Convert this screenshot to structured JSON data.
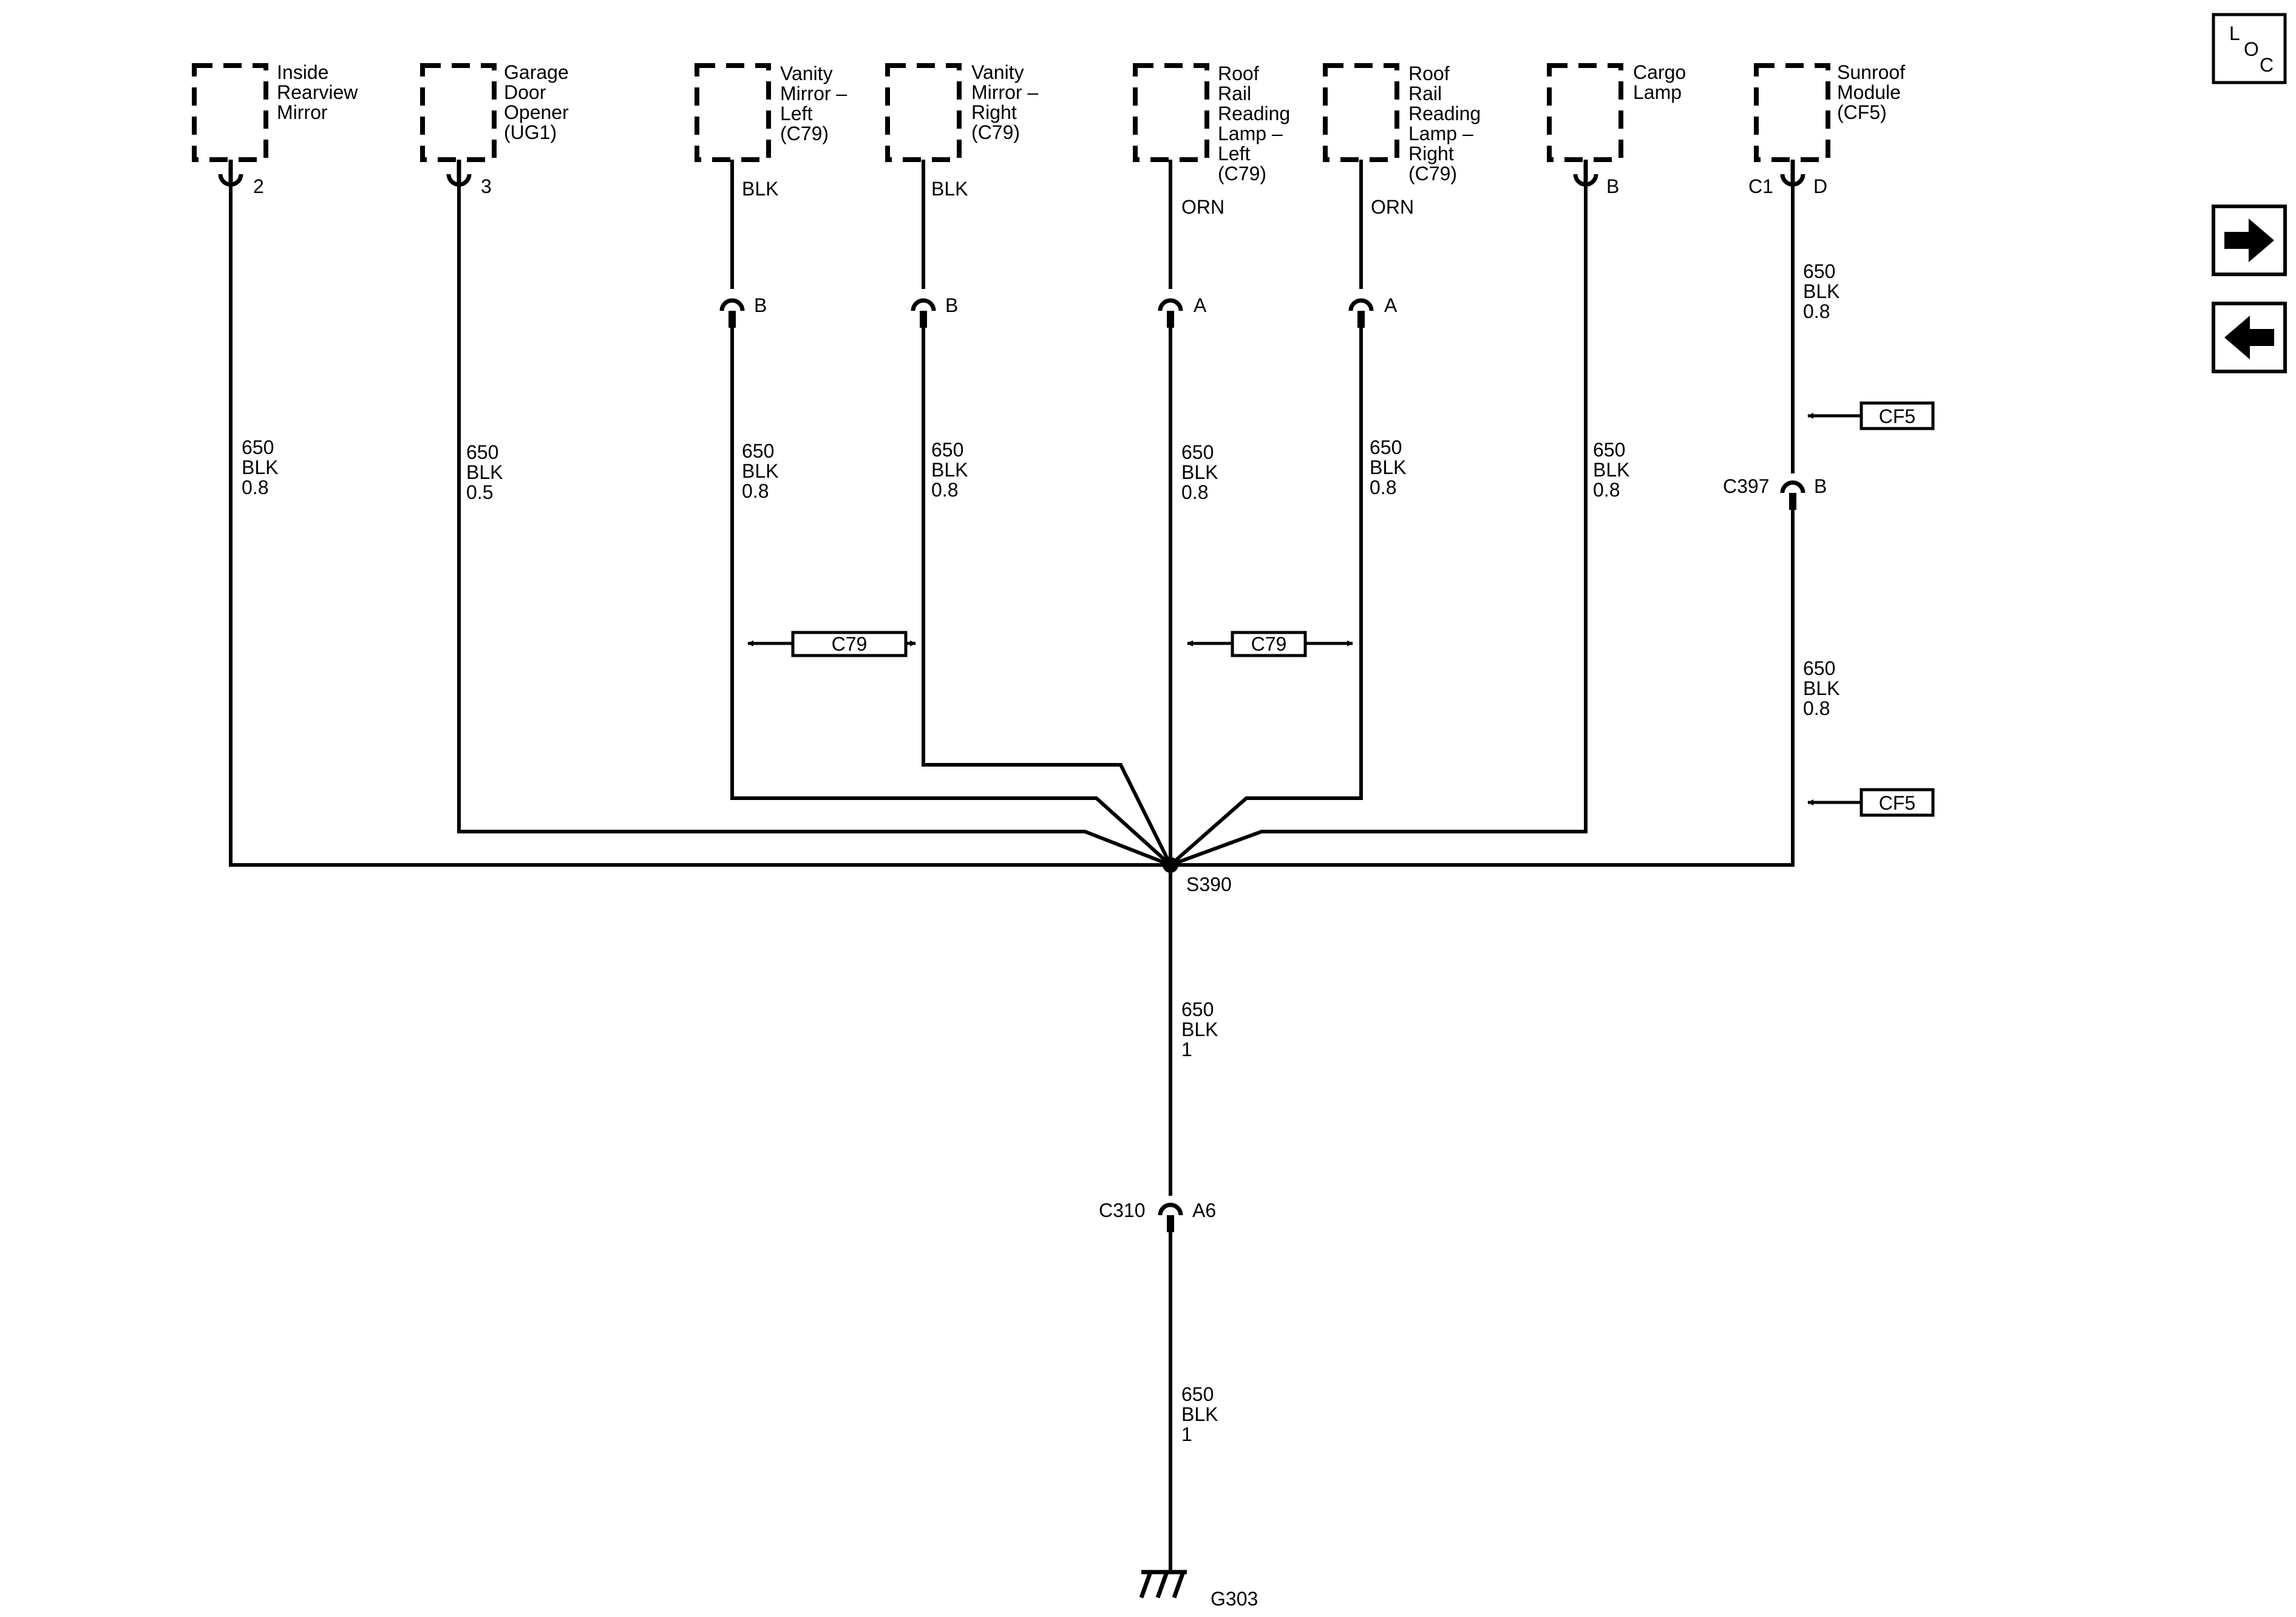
{
  "components": [
    {
      "id": "inside-rearview-mirror",
      "lines": [
        "Inside",
        "Rearview",
        "Mirror"
      ],
      "pin": "2",
      "connector": ""
    },
    {
      "id": "garage-door-opener",
      "lines": [
        "Garage",
        "Door",
        "Opener",
        "(UG1)"
      ],
      "pin": "3",
      "connector": ""
    },
    {
      "id": "vanity-mirror-left",
      "lines": [
        "Vanity",
        "Mirror –",
        "Left",
        "(C79)"
      ],
      "pin": "",
      "connector": ""
    },
    {
      "id": "vanity-mirror-right",
      "lines": [
        "Vanity",
        "Mirror –",
        "Right",
        "(C79)"
      ],
      "pin": "",
      "connector": ""
    },
    {
      "id": "roof-rail-lamp-left",
      "lines": [
        "Roof",
        "Rail",
        "Reading",
        "Lamp –",
        "Left",
        "(C79)"
      ],
      "pin": "",
      "connector": ""
    },
    {
      "id": "roof-rail-lamp-right",
      "lines": [
        "Roof",
        "Rail",
        "Reading",
        "Lamp –",
        "Right",
        "(C79)"
      ],
      "pin": "",
      "connector": ""
    },
    {
      "id": "cargo-lamp",
      "lines": [
        "Cargo",
        "Lamp"
      ],
      "pin": "B",
      "connector": ""
    },
    {
      "id": "sunroof-module",
      "lines": [
        "Sunroof",
        "Module",
        "(CF5)"
      ],
      "pin": "D",
      "connector": "C1"
    }
  ],
  "pigtails": [
    {
      "color": "BLK",
      "pin": "B"
    },
    {
      "color": "BLK",
      "pin": "B"
    },
    {
      "color": "ORN",
      "pin": "A"
    },
    {
      "color": "ORN",
      "pin": "A"
    }
  ],
  "wire_labels": [
    [
      "650",
      "BLK",
      "0.8"
    ],
    [
      "650",
      "BLK",
      "0.5"
    ],
    [
      "650",
      "BLK",
      "0.8"
    ],
    [
      "650",
      "BLK",
      "0.8"
    ],
    [
      "650",
      "BLK",
      "0.8"
    ],
    [
      "650",
      "BLK",
      "0.8"
    ],
    [
      "650",
      "BLK",
      "0.8"
    ],
    [
      "650",
      "BLK",
      "0.8"
    ],
    [
      "650",
      "BLK",
      "0.8"
    ],
    [
      "650",
      "BLK",
      "1"
    ],
    [
      "650",
      "BLK",
      "1"
    ]
  ],
  "refs": {
    "c79": "C79",
    "cf5": "CF5"
  },
  "c397": {
    "name": "C397",
    "pin": "B"
  },
  "c310": {
    "name": "C310",
    "pin": "A6"
  },
  "splice": "S390",
  "ground": "G303",
  "nav": {
    "loc_letters": [
      "L",
      "O",
      "C"
    ],
    "forward_icon": "arrow-right-icon",
    "back_icon": "arrow-left-icon"
  }
}
